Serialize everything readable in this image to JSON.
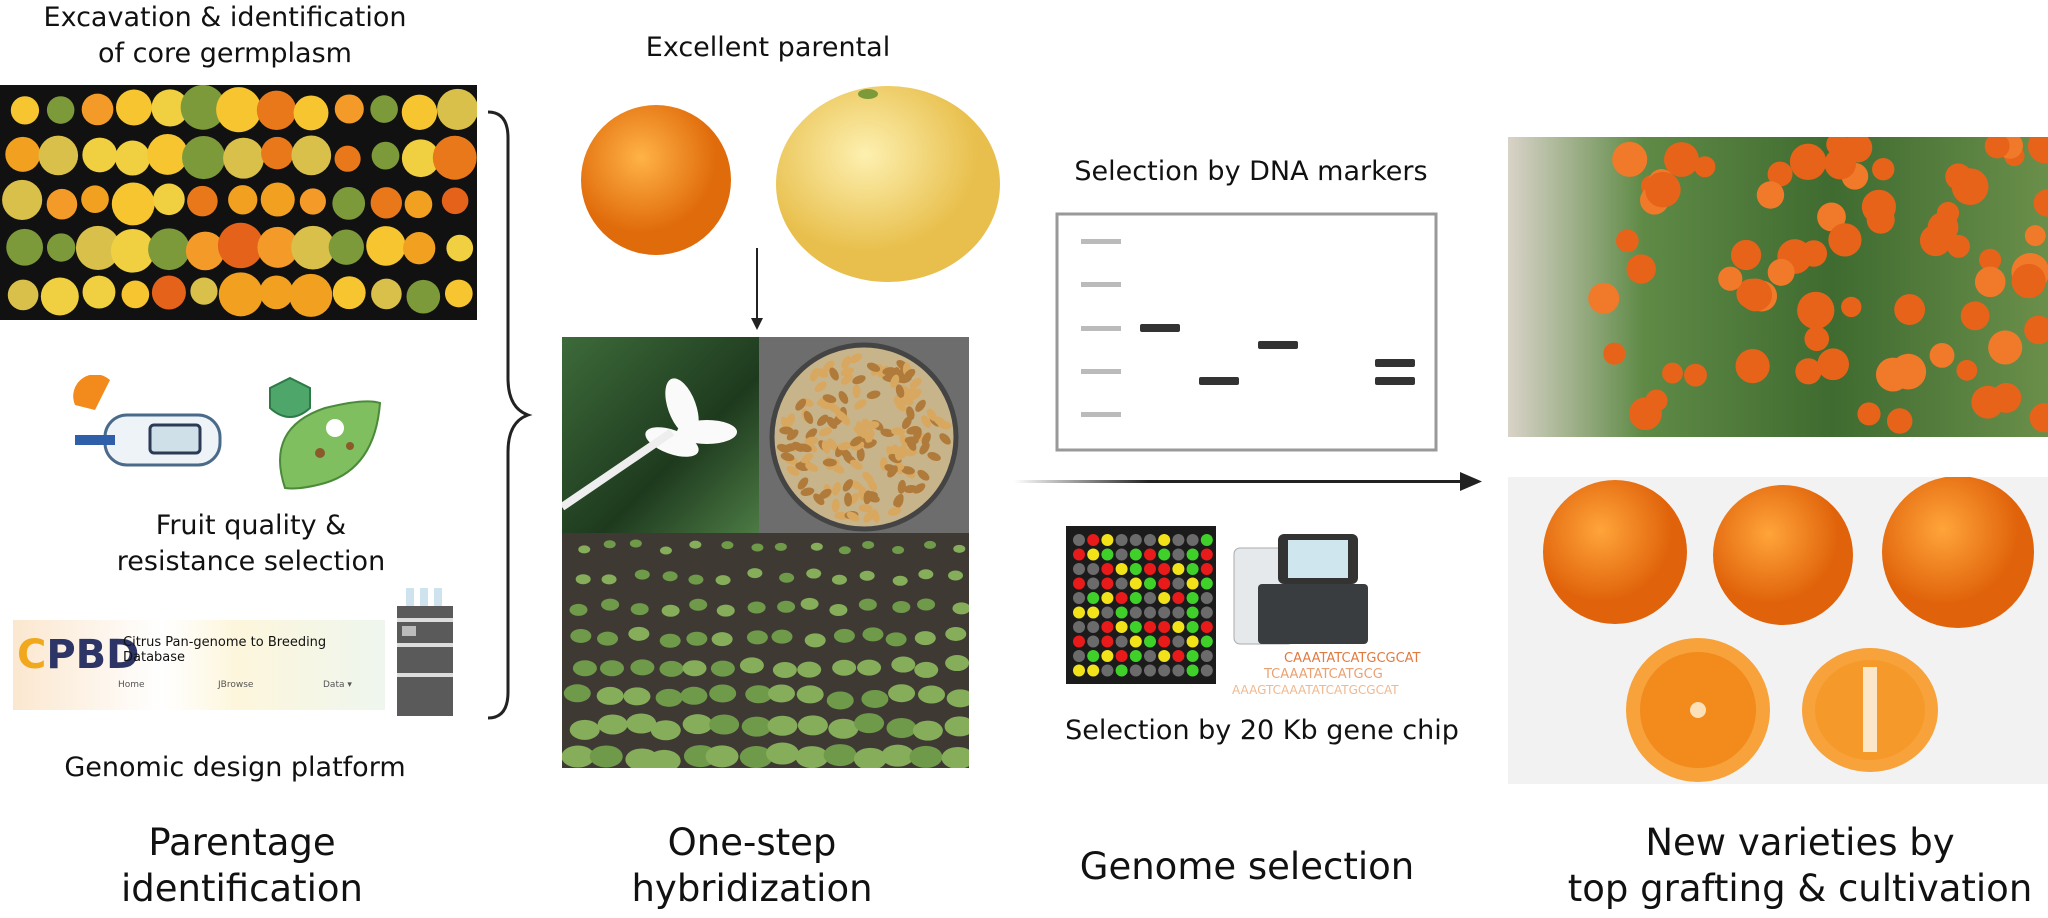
{
  "column1": {
    "title_line1": "Excavation & identification",
    "title_line2": "of core germplasm",
    "quality_line1": "Fruit quality &",
    "quality_line2": "resistance selection",
    "database": {
      "logo": "CPBD",
      "title": "Citrus Pan-genome to Breeding Database",
      "nav": [
        "Home",
        "JBrowse",
        "Data ▾"
      ]
    },
    "platform_label": "Genomic design platform",
    "stage_line1": "Parentage",
    "stage_line2": "identification"
  },
  "column2": {
    "parental_label": "Excellent parental",
    "stage_line1": "One-step",
    "stage_line2": "hybridization"
  },
  "column3": {
    "dna_label": "Selection by DNA markers",
    "chip_label": "Selection by 20 Kb gene chip",
    "dna_sequences": [
      "CAAATATCATGCGCAT",
      "TCAAATATCATGCG",
      "AAAGTCAAATATCATGCGCAT"
    ],
    "stage": "Genome selection"
  },
  "column4": {
    "stage_line1": "New varieties by",
    "stage_line2": "top grafting & cultivation"
  },
  "colors": {
    "orange": "#f28a1c",
    "grapefruit": "#f5d36a",
    "chip_red": "#e81a1a",
    "chip_yellow": "#f2e21a",
    "chip_green": "#3fd12a",
    "chip_gray": "#6b6b6b"
  }
}
